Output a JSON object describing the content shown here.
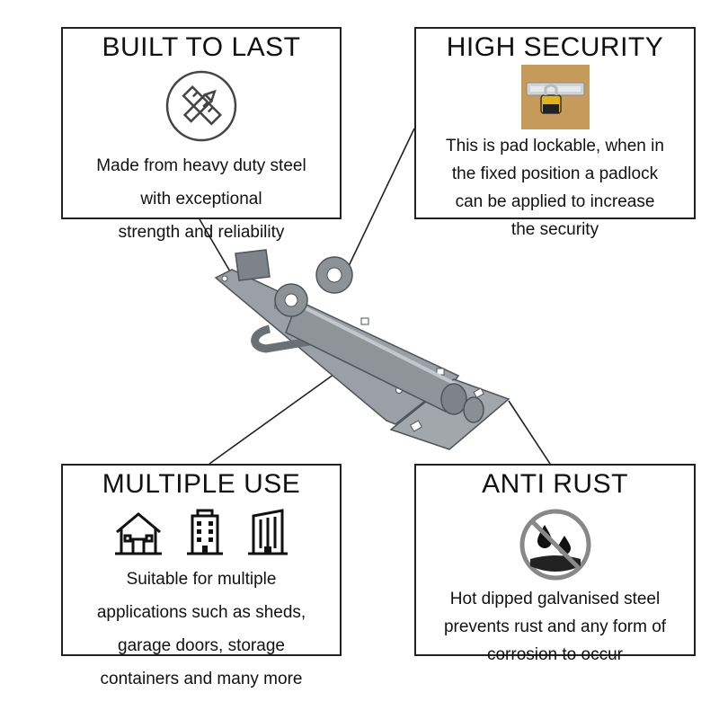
{
  "features": {
    "built": {
      "title": "BUILT TO LAST",
      "icon": "pencil-ruler-icon",
      "lines": [
        "Made from heavy duty steel",
        "with exceptional",
        "strength and reliability"
      ]
    },
    "security": {
      "title": "HIGH SECURITY",
      "photo": "padlocked-bolt-photo",
      "lines": [
        "This is pad lockable, when in",
        "the fixed position a padlock",
        "can be applied to increase",
        "the security"
      ]
    },
    "multi": {
      "title": "MULTIPLE USE",
      "icons": [
        "house-icon",
        "apartment-building-icon",
        "office-building-icon"
      ],
      "lines": [
        "Suitable for multiple",
        "applications such as sheds,",
        "garage doors, storage",
        "containers and many more"
      ]
    },
    "rust": {
      "title": "ANTI RUST",
      "icon": "no-water-drops-icon",
      "lines": [
        "Hot dipped galvanised steel",
        "prevents rust and any form of",
        "corrosion to occur"
      ]
    }
  },
  "product": "galvanised-padbolt-image",
  "colors": {
    "steel": "#8d9297",
    "steel_dark": "#5e6368",
    "steel_light": "#c3c7cb",
    "line": "#222222"
  }
}
